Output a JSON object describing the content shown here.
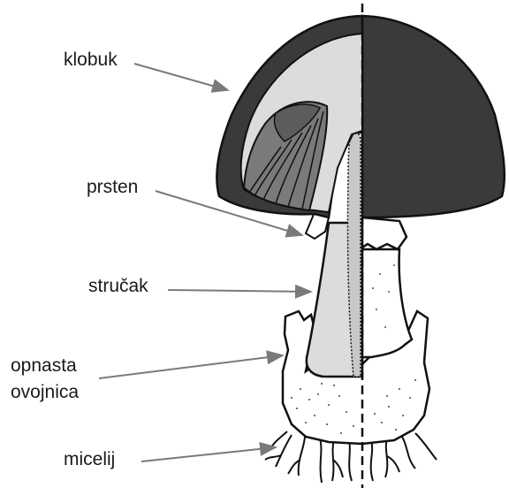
{
  "labels": {
    "cap": "klobuk",
    "ring": "prsten",
    "stem": "stručak",
    "volva_line1": "opnasta",
    "volva_line2": "ovojnica",
    "mycelium": "micelij"
  },
  "colors": {
    "outline": "#111111",
    "cap_dark": "#3a3a3a",
    "cap_band": "#5c5c5c",
    "gills": "#7a7a7a",
    "flesh": "#dcdcdc",
    "stem": "#f2f2f2",
    "arrow": "#7a7a7a"
  }
}
